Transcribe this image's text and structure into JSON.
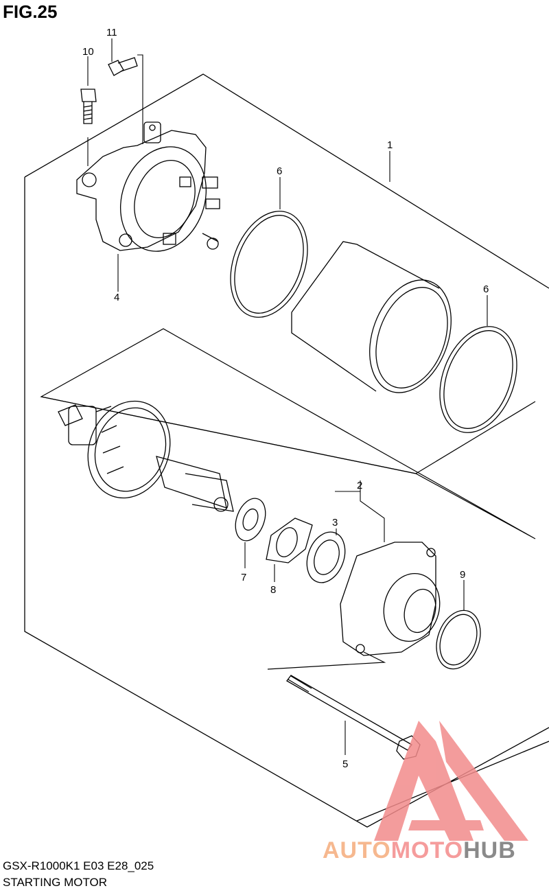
{
  "figure": {
    "title": "FIG.25",
    "model": "GSX-R1000K1 E03 E28_025",
    "name": "STARTING MOTOR"
  },
  "callouts": [
    {
      "id": "c1",
      "label": "1"
    },
    {
      "id": "c2",
      "label": "2"
    },
    {
      "id": "c3",
      "label": "3"
    },
    {
      "id": "c4",
      "label": "4"
    },
    {
      "id": "c5",
      "label": "5"
    },
    {
      "id": "c6a",
      "label": "6"
    },
    {
      "id": "c6b",
      "label": "6"
    },
    {
      "id": "c7",
      "label": "7"
    },
    {
      "id": "c8",
      "label": "8"
    },
    {
      "id": "c9",
      "label": "9"
    },
    {
      "id": "c10",
      "label": "10"
    },
    {
      "id": "c11",
      "label": "11"
    }
  ],
  "watermark": {
    "part1": "AUTO",
    "part2": "MOTO",
    "part3": "HUB",
    "color_auto": "#f6b88f",
    "color_moto": "#f59c9c",
    "color_hub": "#8a8a8a",
    "logo_color": "#f28b8b"
  }
}
